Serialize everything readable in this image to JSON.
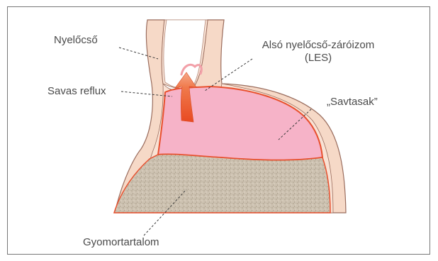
{
  "labels": {
    "esophagus": "Nyelőcső",
    "les": "Alsó nyelőcső-záróizom",
    "les_abbr": "(LES)",
    "acid_reflux": "Savas reflux",
    "acid_pocket": "„Savtasak”",
    "stomach_contents": "Gyomortartalom"
  },
  "colors": {
    "tissue": "#f6d9c7",
    "tissue_outline": "#9a6d5e",
    "acid_pocket_fill": "#f6b3c8",
    "acid_pocket_border": "#e8502e",
    "reflux_arrow": "#ea5a2e",
    "stomach_contents": "#cbbfae",
    "leader_lines": "#3a3a3a"
  },
  "icons": {
    "reflux": "upward-arrow-icon"
  }
}
